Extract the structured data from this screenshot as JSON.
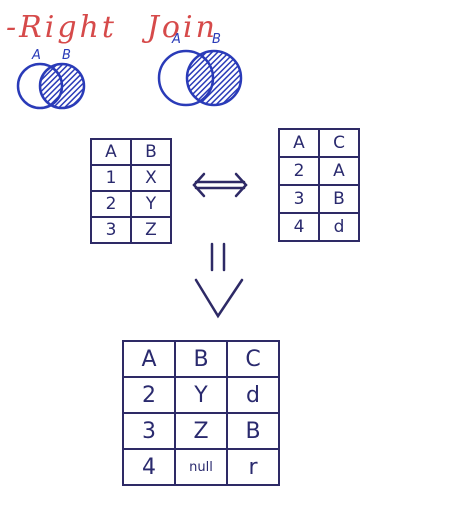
{
  "title": {
    "left": "-Right",
    "right": "Join"
  },
  "venn_small": {
    "a_label": "A",
    "b_label": "B"
  },
  "venn_large": {
    "a_label": "A",
    "b_label": "B"
  },
  "table_left": {
    "header": [
      "A",
      "B"
    ],
    "rows": [
      [
        "1",
        "X"
      ],
      [
        "2",
        "Y"
      ],
      [
        "3",
        "Z"
      ]
    ]
  },
  "table_right": {
    "header": [
      "A",
      "C"
    ],
    "rows": [
      [
        "2",
        "A"
      ],
      [
        "3",
        "B"
      ],
      [
        "4",
        "d"
      ]
    ]
  },
  "table_result": {
    "header": [
      "A",
      "B",
      "C"
    ],
    "rows": [
      [
        "2",
        "Y",
        "d"
      ],
      [
        "3",
        "Z",
        "B"
      ],
      [
        "4",
        "null",
        "r"
      ]
    ]
  }
}
